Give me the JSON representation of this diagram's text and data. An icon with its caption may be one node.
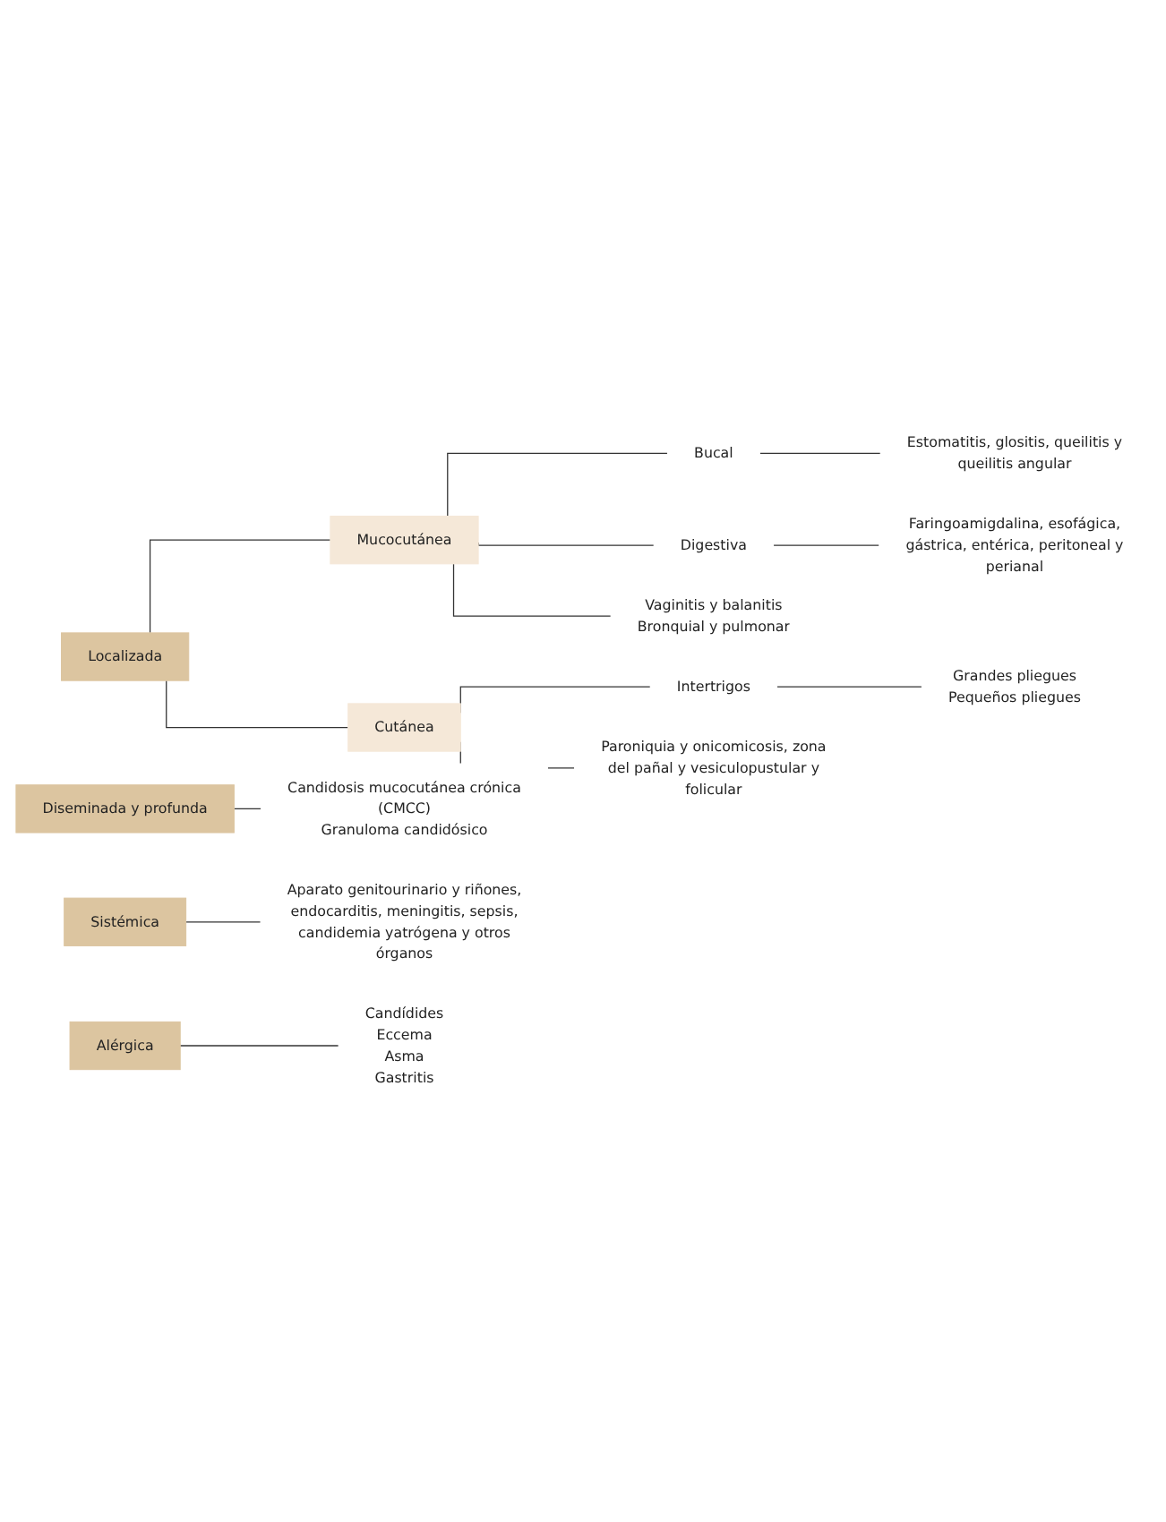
{
  "diagram": {
    "nodes": [
      {
        "text": [
          "Localizada"
        ]
      },
      {
        "text": [
          "Mucocutánea"
        ]
      },
      {
        "text": [
          "Bucal"
        ]
      },
      {
        "text": [
          "Estomatitis, glositis, queilitis y queilitis angular"
        ]
      },
      {
        "text": [
          "Digestiva"
        ]
      },
      {
        "text": [
          "Faringoamigdalina, esofágica, gástrica, entérica, peritoneal y perianal"
        ]
      },
      {
        "text": [
          "Vaginitis y balanitis",
          "Bronquial y pulmonar"
        ]
      },
      {
        "text": [
          "Cutánea"
        ]
      },
      {
        "text": [
          "Intertrigos"
        ]
      },
      {
        "text": [
          "Grandes pliegues",
          "Pequeños pliegues"
        ]
      },
      {
        "text": [
          "Paroniquia y onicomicosis, zona del pañal y vesiculopustular y folicular"
        ]
      },
      {
        "text": [
          "Diseminada y profunda"
        ]
      },
      {
        "text": [
          "Candidosis mucocutánea crónica (CMCC)",
          "Granuloma candidósico"
        ]
      },
      {
        "text": [
          "Sistémica"
        ]
      },
      {
        "text": [
          "Aparato genitourinario y riñones, endocarditis, meningitis, sepsis, candidemia yatrógena y otros órganos"
        ]
      },
      {
        "text": [
          "Alérgica"
        ]
      },
      {
        "text": [
          "Candídides",
          "Eccema",
          "Asma",
          "Gastritis"
        ]
      }
    ],
    "edges": [
      {
        "from": 0,
        "to": 1,
        "arrow": "none"
      },
      {
        "from": 0,
        "to": 7,
        "arrow": "none"
      },
      {
        "from": 1,
        "to": 2,
        "arrow": "none"
      },
      {
        "from": 2,
        "to": 3,
        "arrow": "none"
      },
      {
        "from": 1,
        "to": 4,
        "arrow": "none"
      },
      {
        "from": 4,
        "to": 5,
        "arrow": "none"
      },
      {
        "from": 1,
        "to": 6,
        "arrow": "none"
      },
      {
        "from": 7,
        "to": 8,
        "arrow": "none"
      },
      {
        "from": 8,
        "to": 9,
        "arrow": "none"
      },
      {
        "from": 7,
        "to": 10,
        "arrow": "none"
      },
      {
        "from": 11,
        "to": 12,
        "arrow": "none"
      },
      {
        "from": 13,
        "to": 14,
        "arrow": "none"
      },
      {
        "from": 15,
        "to": 16,
        "arrow": "none"
      }
    ]
  }
}
